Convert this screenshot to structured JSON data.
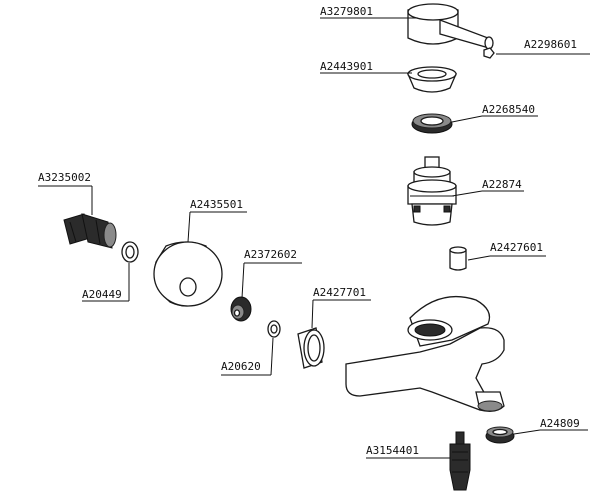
{
  "labels": {
    "A3279801": "A3279801",
    "A2298601": "A2298601",
    "A2443901": "A2443901",
    "A2268540": "A2268540",
    "A22874": "A22874",
    "A2427601": "A2427601",
    "A3235002": "A3235002",
    "A2435501": "A2435501",
    "A20449": "A20449",
    "A2372602": "A2372602",
    "A2427701": "A2427701",
    "A20620": "A20620",
    "A24809": "A24809",
    "A3154401": "A3154401"
  }
}
